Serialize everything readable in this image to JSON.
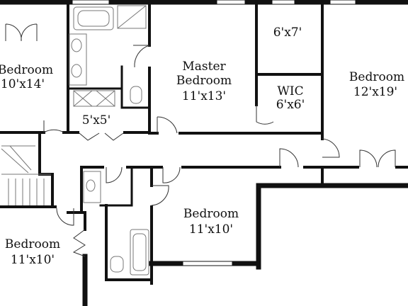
{
  "colors": {
    "wall": "#111111",
    "fixture": "#777777",
    "background": "#ffffff"
  },
  "rooms": {
    "bedroom_nw": {
      "name": "Bedroom",
      "size": "10'x14'"
    },
    "master": {
      "name_line1": "Master",
      "name_line2": "Bedroom",
      "size": "11'x13'"
    },
    "closet_top": {
      "size": "6'x7'"
    },
    "wic": {
      "name": "WIC",
      "size": "6'x6'"
    },
    "bedroom_ne": {
      "name": "Bedroom",
      "size": "12'x19'"
    },
    "closet_small": {
      "size": "5'x5'"
    },
    "bedroom_center": {
      "name": "Bedroom",
      "size": "11'x10'"
    },
    "bedroom_sw": {
      "name": "Bedroom",
      "size": "11'x10'"
    }
  }
}
